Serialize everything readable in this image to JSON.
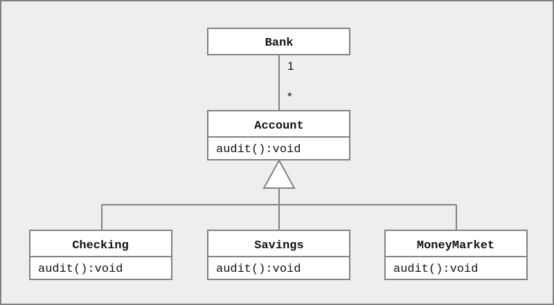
{
  "classes": {
    "bank": {
      "name": "Bank"
    },
    "account": {
      "name": "Account",
      "method": "audit():void"
    },
    "checking": {
      "name": "Checking",
      "method": "audit():void"
    },
    "savings": {
      "name": "Savings",
      "method": "audit():void"
    },
    "moneymarket": {
      "name": "MoneyMarket",
      "method": "audit():void"
    }
  },
  "association": {
    "bank_multiplicity": "1",
    "account_multiplicity": "*"
  },
  "colors": {
    "background": "#eeeeee",
    "box_fill": "#ffffff",
    "stroke": "#808080",
    "text": "#111111"
  }
}
